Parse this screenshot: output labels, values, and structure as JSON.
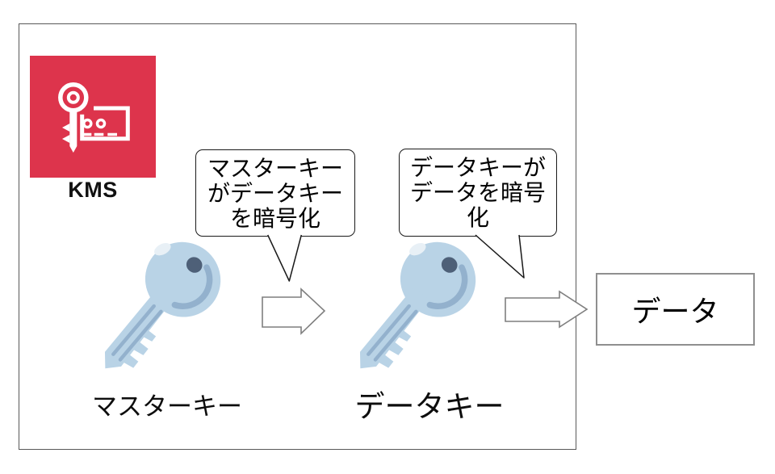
{
  "kms": {
    "label": "KMS"
  },
  "bubbles": {
    "master": {
      "lines": [
        "マスターキー",
        "がデータキー",
        "を暗号化"
      ]
    },
    "data": {
      "lines": [
        "データキーが",
        "データを暗号",
        "化"
      ]
    }
  },
  "keys": {
    "master_label": "マスターキー",
    "data_label": "データキー"
  },
  "data_box": {
    "label": "データ"
  },
  "colors": {
    "kms_red": "#DD344C",
    "icon_line": "#FFFFFF",
    "key_body": "#B9D3E6",
    "key_hole": "#4E6078",
    "key_detail": "#93B1CD",
    "key_highlight": "#E8F0F6",
    "bubble_border": "#1a1a1a",
    "arrow_outline": "#7F7F7F",
    "box_border": "#595959"
  }
}
